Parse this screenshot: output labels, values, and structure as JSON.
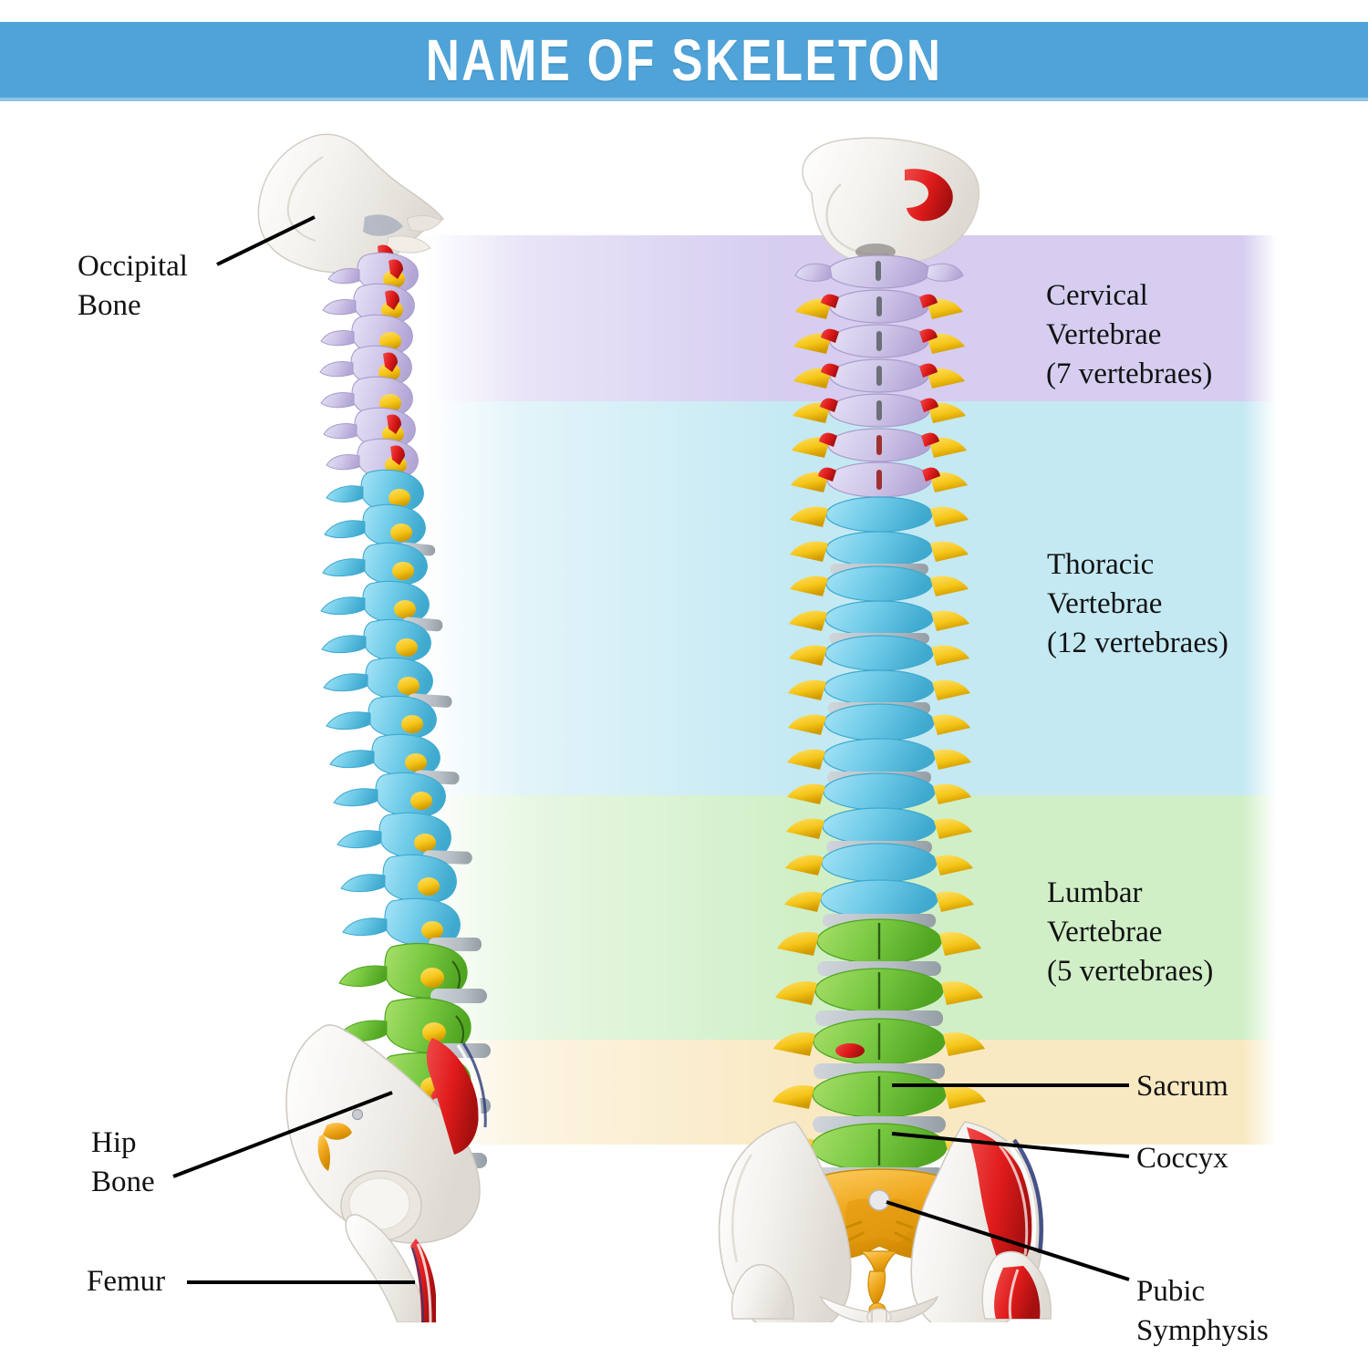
{
  "header": {
    "title": "NAME OF SKELETON",
    "bg_color": "#4fa3d8",
    "text_color": "#ffffff"
  },
  "bands": [
    {
      "key": "cervical",
      "color": "#d6cdf0"
    },
    {
      "key": "thoracic",
      "color": "#c4e9f3"
    },
    {
      "key": "lumbar",
      "color": "#d0efc7"
    },
    {
      "key": "sacral",
      "color": "#f9e9c3"
    }
  ],
  "labels": {
    "occipital_bone": "Occipital\nBone",
    "hip_bone": "Hip\nBone",
    "femur": "Femur",
    "cervical_vertebrae": "Cervical\nVertebrae\n(7 vertebraes)",
    "thoracic_vertebrae": "Thoracic\nVertebrae\n(12 vertebraes)",
    "lumbar_vertebrae": "Lumbar\nVertebrae\n(5 vertebraes)",
    "sacrum": "Sacrum",
    "coccyx": "Coccyx",
    "pubic_symphysis": "Pubic\nSymphysis"
  },
  "anatomy": {
    "views": [
      {
        "name": "lateral-view",
        "description": "Flexible spine model, lateral (side) view with pelvis and femur"
      },
      {
        "name": "anterior-view",
        "description": "Flexible spine model, anterior (front) view with pelvis and femurs"
      }
    ],
    "segment_colors": {
      "occipital_bone": "#f2f0ec",
      "cervical": "#cfc6e8",
      "thoracic": "#6fcbe8",
      "lumbar": "#7ac943",
      "sacrum": "#f0a81e",
      "coccyx": "#f0a81e",
      "pelvis": "#f4f3f0",
      "femur": "#f4f3f0",
      "intervertebral_disc": "#b6bdc4",
      "nerve_root": "#f5c518",
      "artery": "#e01b1b",
      "muscle_marking": "#e01b1b",
      "vein_marking": "#2a3a7a"
    },
    "counts": {
      "cervical": 7,
      "thoracic": 12,
      "lumbar": 5
    }
  }
}
